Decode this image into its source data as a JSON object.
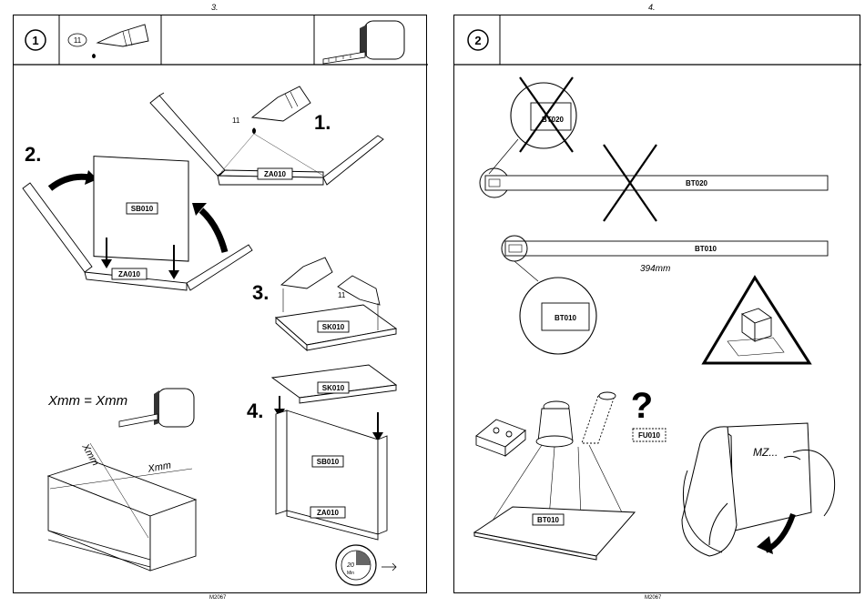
{
  "left_page": {
    "page_number": "3.",
    "step_number": "1",
    "glue_count": "11",
    "steps": [
      "1.",
      "2.",
      "3.",
      "4."
    ],
    "glue_drops_label": "11",
    "glue_drops_label_2": "11",
    "parts": {
      "za010_top": "ZA010",
      "sb010": "SB010",
      "za010_left": "ZA010",
      "sk010_step3": "SK010",
      "sk010_step4": "SK010",
      "sb010_step4": "SB010",
      "za010_step4": "ZA010"
    },
    "measure_equation": "Xmm  =  Xmm",
    "measure_diag": "Xmm",
    "measure_side": "Xmm",
    "timer_value": "20",
    "timer_unit": "Min",
    "doc_code": "M2067"
  },
  "right_page": {
    "page_number": "4.",
    "step_number": "2",
    "parts": {
      "bt020_circle": "BT020",
      "bt020_rail": "BT020",
      "bt010_rail": "BT010",
      "bt010_circle": "BT010",
      "fu010": "FU010",
      "bt010_base": "BT010"
    },
    "length_label": "394mm",
    "question_mark": "?",
    "note_text": "MZ...",
    "doc_code": "M2067"
  }
}
